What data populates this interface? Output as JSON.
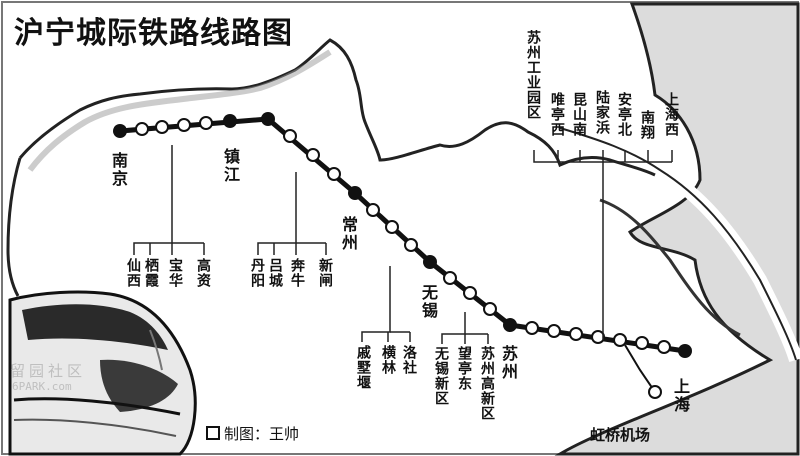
{
  "title": "沪宁城际铁路线路图",
  "stations": {
    "nanjing": "南京",
    "zhenjiang": "镇江",
    "changzhou": "常州",
    "wuxi": "无锡",
    "suzhou": "苏州",
    "shanghai": "上海",
    "hongqiao": "虹桥机场"
  },
  "groups": {
    "nanjing_zhenjiang": [
      "仙西",
      "栖霞",
      "宝华",
      "高资"
    ],
    "zhenjiang_changzhou": [
      "丹阳",
      "吕城",
      "奔牛",
      "新闸"
    ],
    "changzhou_wuxi": [
      "戚墅堰",
      "横林",
      "洛社"
    ],
    "wuxi_suzhou": [
      "无锡新区",
      "望亭东",
      "苏州高新区"
    ],
    "suzhou_shanghai": [
      "苏州工业园区",
      "唯亭西",
      "昆山南",
      "陆家浜",
      "安亭北",
      "南翔",
      "上海西"
    ]
  },
  "credit": "制图：王帅",
  "watermark": {
    "line1": "留园社区",
    "line2": "6PARK.com"
  },
  "colors": {
    "line": "#111111",
    "major_station": "#111111",
    "minor_station": "#ffffff",
    "coast": "#222222"
  }
}
